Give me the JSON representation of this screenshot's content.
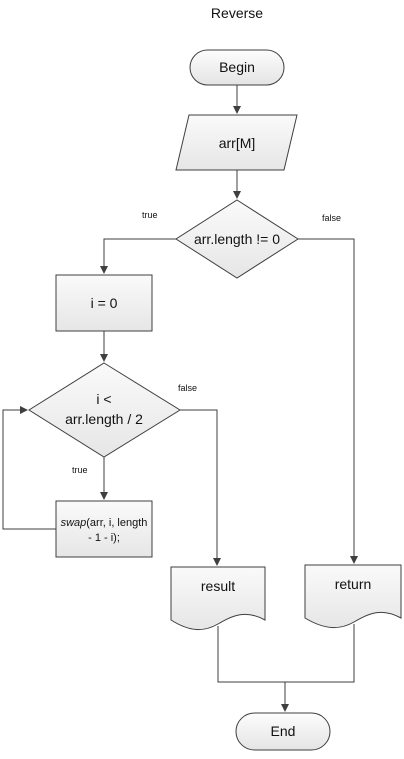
{
  "diagram": {
    "title": "Reverse",
    "nodes": {
      "begin": "Begin",
      "input": "arr[M]",
      "cond_length": "arr.length != 0",
      "init_i": "i = 0",
      "cond_loop_line1": "i <",
      "cond_loop_line2": "arr.length / 2",
      "swap_fn": "swap",
      "swap_args_line1": "(arr, i, length",
      "swap_args_line2": "- 1 - i);",
      "result": "result",
      "return": "return",
      "end": "End"
    },
    "edge_labels": {
      "length_true": "true",
      "length_false": "false",
      "loop_true": "true",
      "loop_false": "false"
    },
    "colors": {
      "fill_light": "#fbfbfb",
      "fill_dark": "#e9e9e9",
      "stroke": "#3f3f3f",
      "text": "#111111"
    }
  }
}
